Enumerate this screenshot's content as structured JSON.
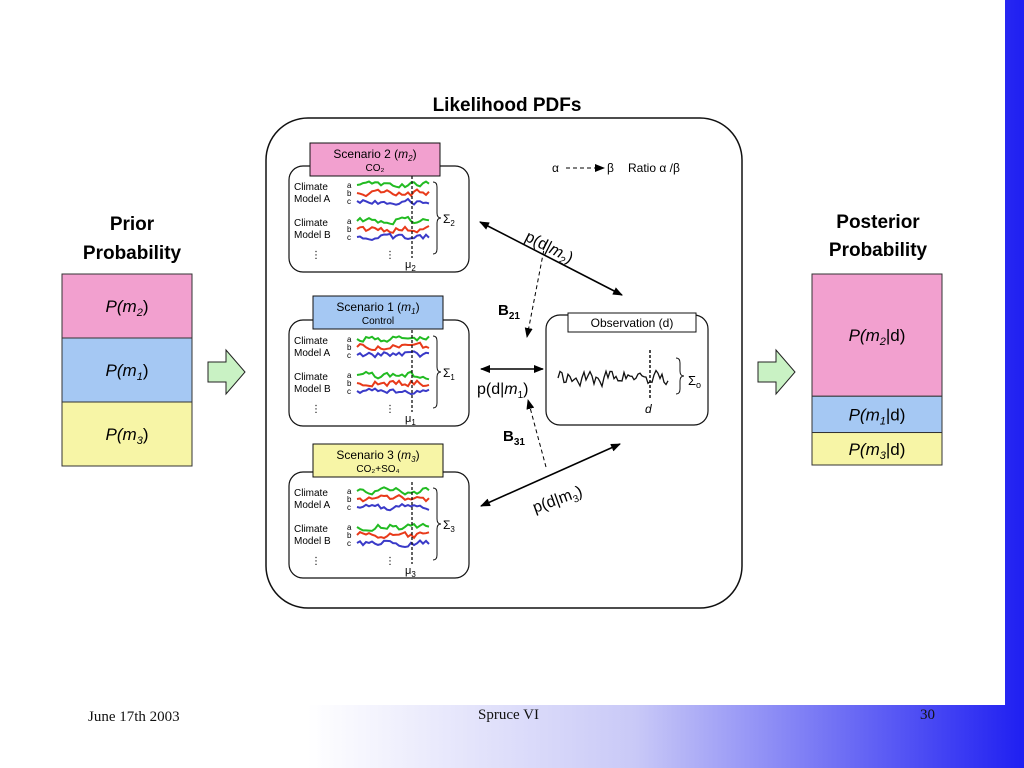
{
  "title": "Likelihood PDFs",
  "prior": {
    "heading_line1": "Prior",
    "heading_line2": "Probability",
    "rows": [
      {
        "label_p": "P(",
        "label_m": "m",
        "label_sub": "2",
        "label_end": ")",
        "color": "#f2a0cf"
      },
      {
        "label_p": "P(",
        "label_m": "m",
        "label_sub": "1",
        "label_end": ")",
        "color": "#a5c8f3"
      },
      {
        "label_p": "P(",
        "label_m": "m",
        "label_sub": "3",
        "label_end": ")",
        "color": "#f7f5a6"
      }
    ]
  },
  "posterior": {
    "heading_line1": "Posterior",
    "heading_line2": "Probability",
    "rows": [
      {
        "label_p": "P(",
        "label_m": "m",
        "label_sub": "2",
        "label_end": "|d)",
        "color": "#f2a0cf",
        "share": 0.64
      },
      {
        "label_p": "P(",
        "label_m": "m",
        "label_sub": "1",
        "label_end": "|d)",
        "color": "#a5c8f3",
        "share": 0.19
      },
      {
        "label_p": "P(",
        "label_m": "m",
        "label_sub": "3",
        "label_end": "|d)",
        "color": "#f7f5a6",
        "share": 0.17
      }
    ]
  },
  "legend": {
    "alpha": "α",
    "beta": "β",
    "text": "Ratio α /β"
  },
  "scenarios": [
    {
      "name": "Scenario 2 (",
      "m": "m",
      "sub": "2",
      "end": ")",
      "forcing": "CO₂",
      "color": "#f2a0cf",
      "sigma": "Σ",
      "sigma_sub": "2",
      "mu": "μ",
      "mu_sub": "2",
      "models": [
        {
          "line1": "Climate",
          "line2": "Model A"
        },
        {
          "line1": "Climate",
          "line2": "Model B"
        }
      ]
    },
    {
      "name": "Scenario 1 (",
      "m": "m",
      "sub": "1",
      "end": ")",
      "forcing": "Control",
      "color": "#a5c8f3",
      "sigma": "Σ",
      "sigma_sub": "1",
      "mu": "μ",
      "mu_sub": "1",
      "models": [
        {
          "line1": "Climate",
          "line2": "Model A"
        },
        {
          "line1": "Climate",
          "line2": "Model B"
        }
      ]
    },
    {
      "name": "Scenario 3 (",
      "m": "m",
      "sub": "3",
      "end": ")",
      "forcing": "CO₂+SO₄",
      "color": "#f7f5a6",
      "sigma": "Σ",
      "sigma_sub": "3",
      "mu": "μ",
      "mu_sub": "3",
      "models": [
        {
          "line1": "Climate",
          "line2": "Model A"
        },
        {
          "line1": "Climate",
          "line2": "Model B"
        }
      ]
    }
  ],
  "run_letters": [
    "a",
    "b",
    "c"
  ],
  "run_colors": [
    "#22bb22",
    "#e83a1a",
    "#3a3ac8"
  ],
  "observation": {
    "title": "Observation (d)",
    "d_label": "d",
    "sigma": "Σ",
    "sigma_sub": "o"
  },
  "likelihoods": {
    "m2": {
      "pre": "p(d|",
      "m": "m",
      "sub": "2",
      "end": ")"
    },
    "m1": {
      "pre": "p(d|",
      "m": "m",
      "sub": "1",
      "end": ")"
    },
    "m3": {
      "pre": "p(d|m",
      "sub": "3",
      "end": ")"
    }
  },
  "bayes": {
    "b21": {
      "label": "B",
      "sub": "21"
    },
    "b31": {
      "label": "B",
      "sub": "31"
    }
  },
  "footer": {
    "date": "June 17th 2003",
    "center": "Spruce  VI",
    "page": "30"
  }
}
